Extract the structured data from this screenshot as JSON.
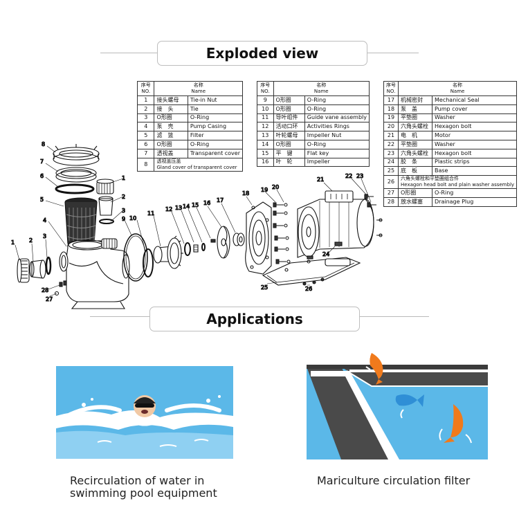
{
  "sections": {
    "exploded_title": "Exploded view",
    "applications_title": "Applications"
  },
  "parts_header": {
    "no_cn": "序号",
    "no_en": "NO.",
    "name_cn": "名称",
    "name_en": "Name"
  },
  "tables": [
    [
      {
        "no": "1",
        "cn": "接头螺母",
        "en": "Tie-in Nut"
      },
      {
        "no": "2",
        "cn": "接　头",
        "en": "Tie"
      },
      {
        "no": "3",
        "cn": "O形圈",
        "en": "O-Ring"
      },
      {
        "no": "4",
        "cn": "泵　壳",
        "en": "Pump Casing"
      },
      {
        "no": "5",
        "cn": "滤　篮",
        "en": "Filter"
      },
      {
        "no": "6",
        "cn": "O形圈",
        "en": "O-Ring"
      },
      {
        "no": "7",
        "cn": "透视盖",
        "en": "Transparent cover"
      },
      {
        "no": "8",
        "cn": "透视盖压盖",
        "en": "Gland cover of transparent cover"
      }
    ],
    [
      {
        "no": "9",
        "cn": "O形圈",
        "en": "O-Ring"
      },
      {
        "no": "10",
        "cn": "O形圈",
        "en": "O-Ring"
      },
      {
        "no": "11",
        "cn": "导叶组件",
        "en": "Guide vane assembly"
      },
      {
        "no": "12",
        "cn": "活动口环",
        "en": "Activities Rings"
      },
      {
        "no": "13",
        "cn": "叶轮螺母",
        "en": "Impeller Nut"
      },
      {
        "no": "14",
        "cn": "O形圈",
        "en": "O-Ring"
      },
      {
        "no": "15",
        "cn": "平　键",
        "en": "Flat key"
      },
      {
        "no": "16",
        "cn": "叶　轮",
        "en": "Impeller"
      }
    ],
    [
      {
        "no": "17",
        "cn": "机械密封",
        "en": "Mechanical Seal"
      },
      {
        "no": "18",
        "cn": "泵　盖",
        "en": "Pump cover"
      },
      {
        "no": "19",
        "cn": "平垫圈",
        "en": "Washer"
      },
      {
        "no": "20",
        "cn": "六角头螺栓",
        "en": "Hexagon bolt"
      },
      {
        "no": "21",
        "cn": "电　机",
        "en": "Motor"
      },
      {
        "no": "22",
        "cn": "平垫圈",
        "en": "Washer"
      },
      {
        "no": "23",
        "cn": "六角头螺栓",
        "en": "Hexagon bolt"
      },
      {
        "no": "24",
        "cn": "胶　条",
        "en": "Plastic strips"
      },
      {
        "no": "25",
        "cn": "底　板",
        "en": "Base"
      },
      {
        "no": "26",
        "cn": "六角头螺栓和平垫圈组合件",
        "en": "Hexagon head bolt and plain washer assembly"
      },
      {
        "no": "27",
        "cn": "O形圈",
        "en": "O-Ring"
      },
      {
        "no": "28",
        "cn": "放水螺塞",
        "en": "Drainage Plug"
      }
    ]
  ],
  "callouts": [
    "1",
    "2",
    "3",
    "4",
    "5",
    "6",
    "7",
    "8",
    "1",
    "2",
    "3",
    "9",
    "10",
    "11",
    "12",
    "13",
    "14",
    "15",
    "16",
    "17",
    "18",
    "19",
    "20",
    "21",
    "22",
    "23",
    "24",
    "25",
    "26",
    "27",
    "28"
  ],
  "applications": [
    {
      "caption_line1": "Recirculation of water in",
      "caption_line2": "swimming pool equipment",
      "icon": "swimmer-icon"
    },
    {
      "caption_line1": "Mariculture circulation filter",
      "caption_line2": "",
      "icon": "fish-icon"
    }
  ],
  "colors": {
    "water": "#5bb8e8",
    "water_light": "#8fd0f2",
    "fish_orange": "#f07a1c",
    "fish_blue": "#2f8fd6"
  }
}
